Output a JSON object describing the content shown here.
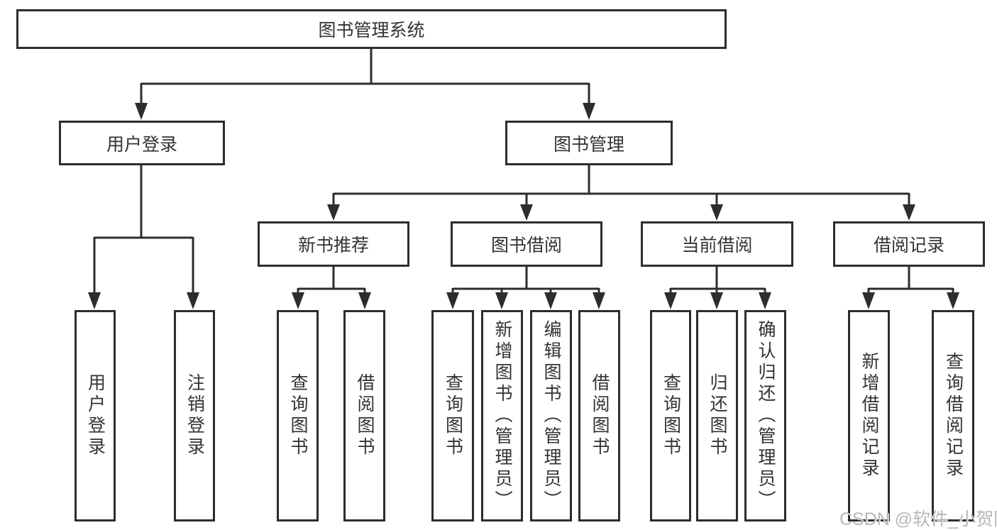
{
  "tree": {
    "label": "图书管理系统",
    "children": [
      {
        "label": "用户登录",
        "children": [
          {
            "label": "用户登录"
          },
          {
            "label": "注销登录"
          }
        ]
      },
      {
        "label": "图书管理",
        "children": [
          {
            "label": "新书推荐",
            "children": [
              {
                "label": "查询图书"
              },
              {
                "label": "借阅图书"
              }
            ]
          },
          {
            "label": "图书借阅",
            "children": [
              {
                "label": "查询图书"
              },
              {
                "label": "新增图书（管理员）"
              },
              {
                "label": "编辑图书（管理员）"
              },
              {
                "label": "借阅图书"
              }
            ]
          },
          {
            "label": "当前借阅",
            "children": [
              {
                "label": "查询图书"
              },
              {
                "label": "归还图书"
              },
              {
                "label": "确认归还（管理员）"
              }
            ]
          },
          {
            "label": "借阅记录",
            "children": [
              {
                "label": "新增借阅记录"
              },
              {
                "label": "查询借阅记录"
              }
            ]
          }
        ]
      }
    ]
  },
  "watermark": {
    "text": "CSDN @软件_小贺同学"
  },
  "colors": {
    "line": "#2d2d2d",
    "box_border": "#2d2d2d",
    "text": "#333333",
    "background": "#ffffff",
    "watermark": "#b7b7b7"
  }
}
